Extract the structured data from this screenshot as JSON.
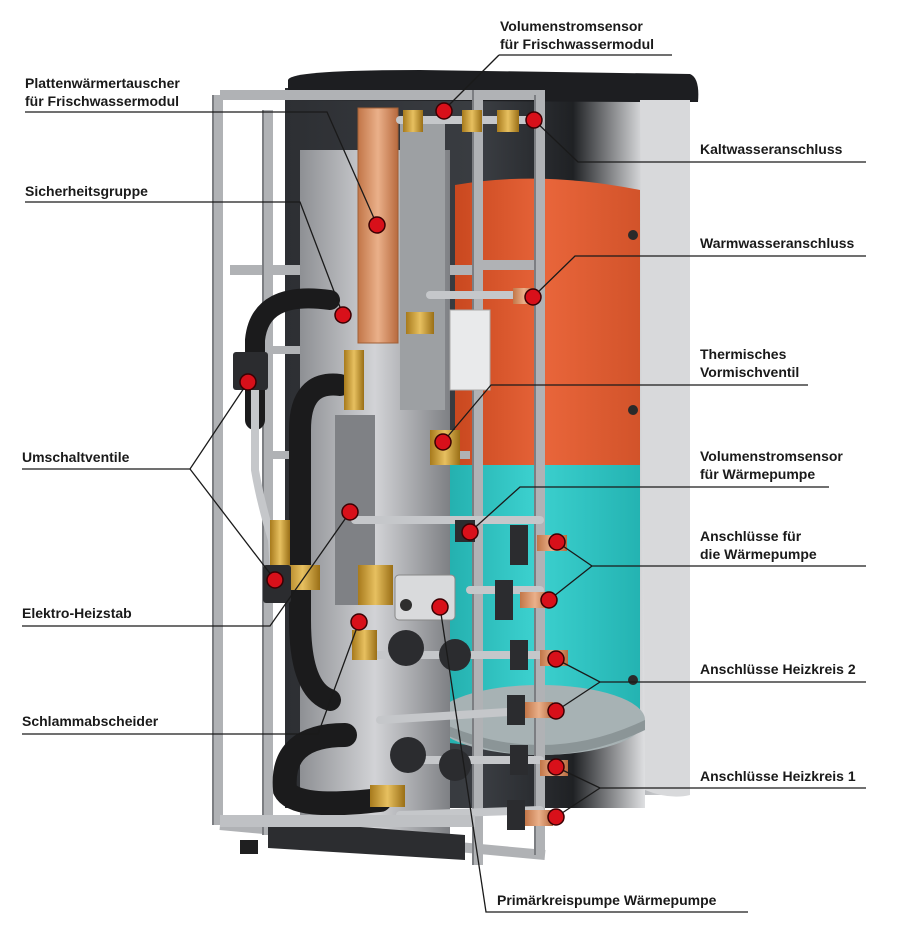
{
  "labels": {
    "volumenstromsensor_fw": {
      "line1": "Volumenstromsensor",
      "line2": "für Frischwassermodul"
    },
    "plattenwaermetauscher": {
      "line1": "Plattenwärmertauscher",
      "line2": "für Frischwassermodul"
    },
    "sicherheitsgruppe": {
      "line1": "Sicherheitsgruppe"
    },
    "kaltwasseranschluss": {
      "line1": "Kaltwasseranschluss"
    },
    "warmwasseranschluss": {
      "line1": "Warmwasseranschluss"
    },
    "thermisches_vormischventil": {
      "line1": "Thermisches",
      "line2": "Vormischventil"
    },
    "umschaltventile": {
      "line1": "Umschaltventile"
    },
    "volumenstromsensor_wp": {
      "line1": "Volumenstromsensor",
      "line2": "für Wärmepumpe"
    },
    "anschluesse_wp": {
      "line1": "Anschlüsse für",
      "line2": "die Wärmepumpe"
    },
    "elektro_heizstab": {
      "line1": "Elektro-Heizstab"
    },
    "anschluesse_hk2": {
      "line1": "Anschlüsse Heizkreis 2"
    },
    "schlammabscheider": {
      "line1": "Schlammabscheider"
    },
    "anschluesse_hk1": {
      "line1": "Anschlüsse Heizkreis 1"
    },
    "primaerkreispumpe": {
      "line1": "Primärkreispumpe Wärmepumpe"
    }
  },
  "colors": {
    "marker": "#d8101a",
    "tank_top": "#e0572c",
    "tank_bottom": "#2fbfbf",
    "casing": "#c8c9cc",
    "frame": "#a9abae",
    "copper": "#d89060",
    "insulation": "#1e1e1e"
  }
}
